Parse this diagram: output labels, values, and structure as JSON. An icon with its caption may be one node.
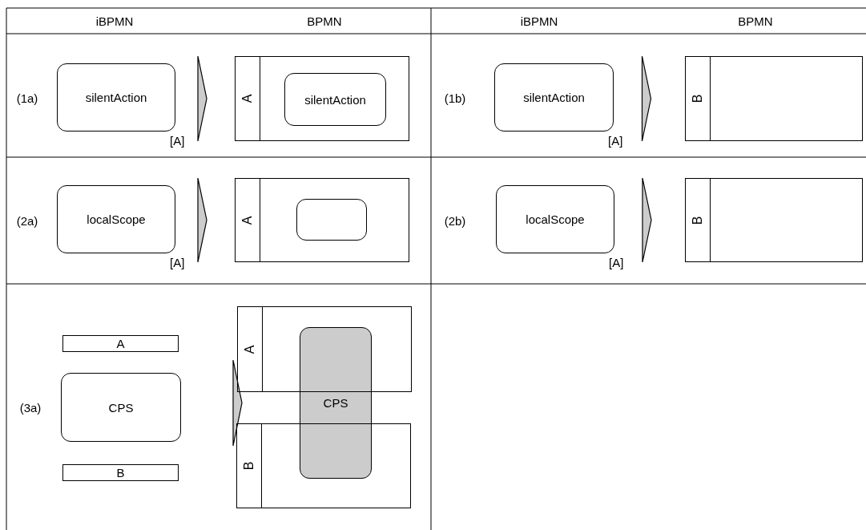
{
  "diagram": {
    "nodes": [
      {
        "text": [
          "silentAction"
        ],
        "beside": [
          "[A]"
        ]
      },
      {
        "text": [
          "A"
        ]
      },
      {
        "text": [
          "silentAction"
        ],
        "in": 1
      },
      {
        "text": [
          "silentAction"
        ],
        "beside": [
          "[A]"
        ]
      },
      {
        "text": [
          "B"
        ]
      },
      {
        "text": [
          "localScope"
        ],
        "beside": [
          "[A]"
        ]
      },
      {
        "text": [
          "A"
        ]
      },
      {
        "text": [],
        "shape": "box",
        "in": 6
      },
      {
        "text": [
          "localScope"
        ],
        "beside": [
          "[A]"
        ]
      },
      {
        "text": [
          "B"
        ]
      },
      {
        "text": [
          "A"
        ]
      },
      {
        "text": [
          "CPS"
        ]
      },
      {
        "text": [
          "B"
        ]
      },
      {
        "text": [
          "A"
        ]
      },
      {
        "text": [
          "B"
        ]
      },
      {
        "text": [
          "CPS"
        ]
      }
    ],
    "edges": [
      {
        "from": 0,
        "to": 1,
        "arrow": "to"
      },
      {
        "from": 3,
        "to": 4,
        "arrow": "to"
      },
      {
        "from": 5,
        "to": 6,
        "arrow": "to"
      },
      {
        "from": 8,
        "to": 9,
        "arrow": "to"
      },
      {
        "from": 11,
        "to": 15,
        "arrow": "to"
      }
    ],
    "labels": [
      "iBPMN",
      "BPMN",
      "iBPMN",
      "BPMN",
      "(1a)",
      "(1b)",
      "(2a)",
      "(2b)",
      "(3a)"
    ]
  }
}
